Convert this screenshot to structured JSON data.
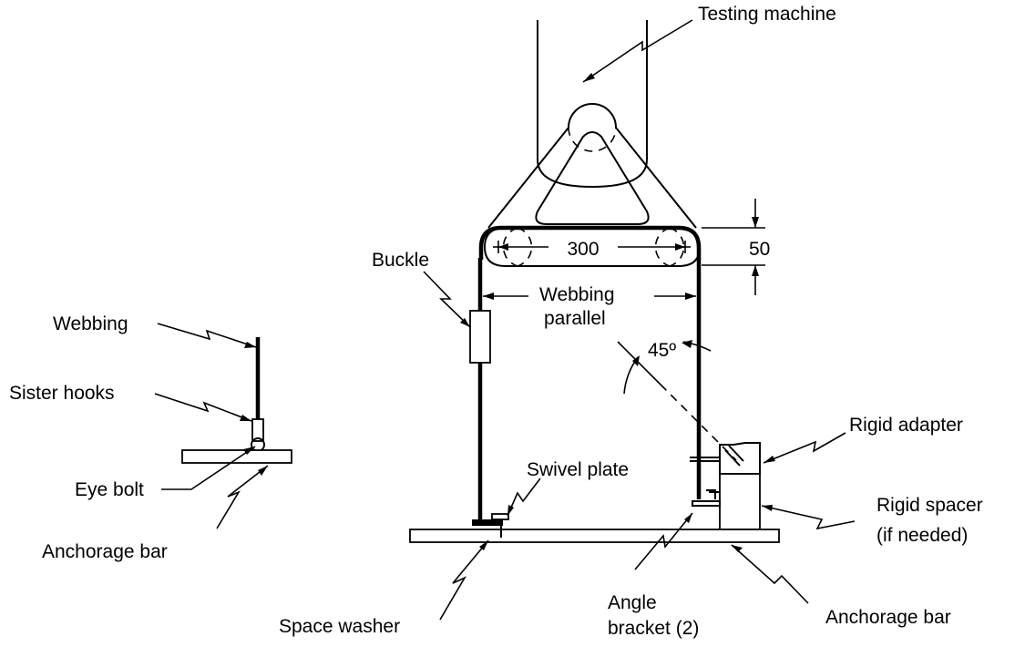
{
  "labels": {
    "testing_machine": "Testing machine",
    "dimension_300": "300",
    "dimension_50": "50",
    "buckle": "Buckle",
    "webbing_parallel_1": "Webbing",
    "webbing_parallel_2": "parallel",
    "angle_45": "45º",
    "rigid_adapter": "Rigid adapter",
    "swivel_plate": "Swivel plate",
    "rigid_spacer_1": "Rigid spacer",
    "rigid_spacer_2": "(if needed)",
    "webbing_left": "Webbing",
    "sister_hooks": "Sister hooks",
    "eye_bolt": "Eye bolt",
    "anchorage_bar_left": "Anchorage bar",
    "space_washer": "Space washer",
    "angle_bracket_1": "Angle",
    "angle_bracket_2": "bracket (2)",
    "anchorage_bar_right": "Anchorage bar"
  },
  "colors": {
    "ink": "#000000",
    "background": "#ffffff"
  }
}
